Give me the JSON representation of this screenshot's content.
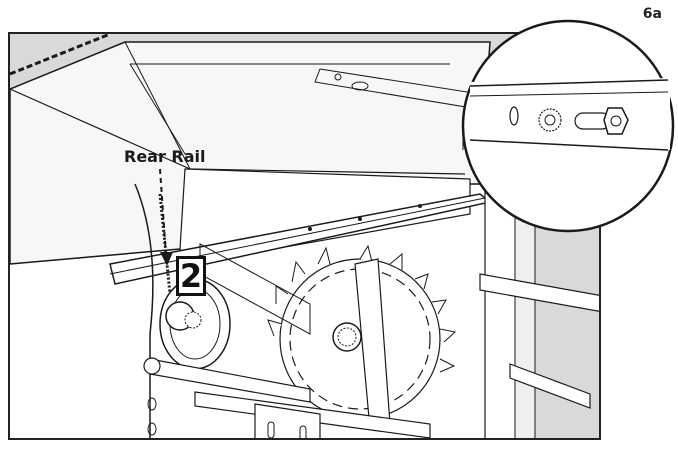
{
  "figure": {
    "number": "6a"
  },
  "callouts": {
    "rear_rail_label": "Rear Rail",
    "step_number": "2"
  },
  "icons": {
    "arrow": "dashed-down-arrow-icon",
    "zoom": "magnifier-circle-icon"
  },
  "colors": {
    "line": "#1a1a1a",
    "fill": "#ffffff",
    "shade": "#d9d9d9"
  }
}
